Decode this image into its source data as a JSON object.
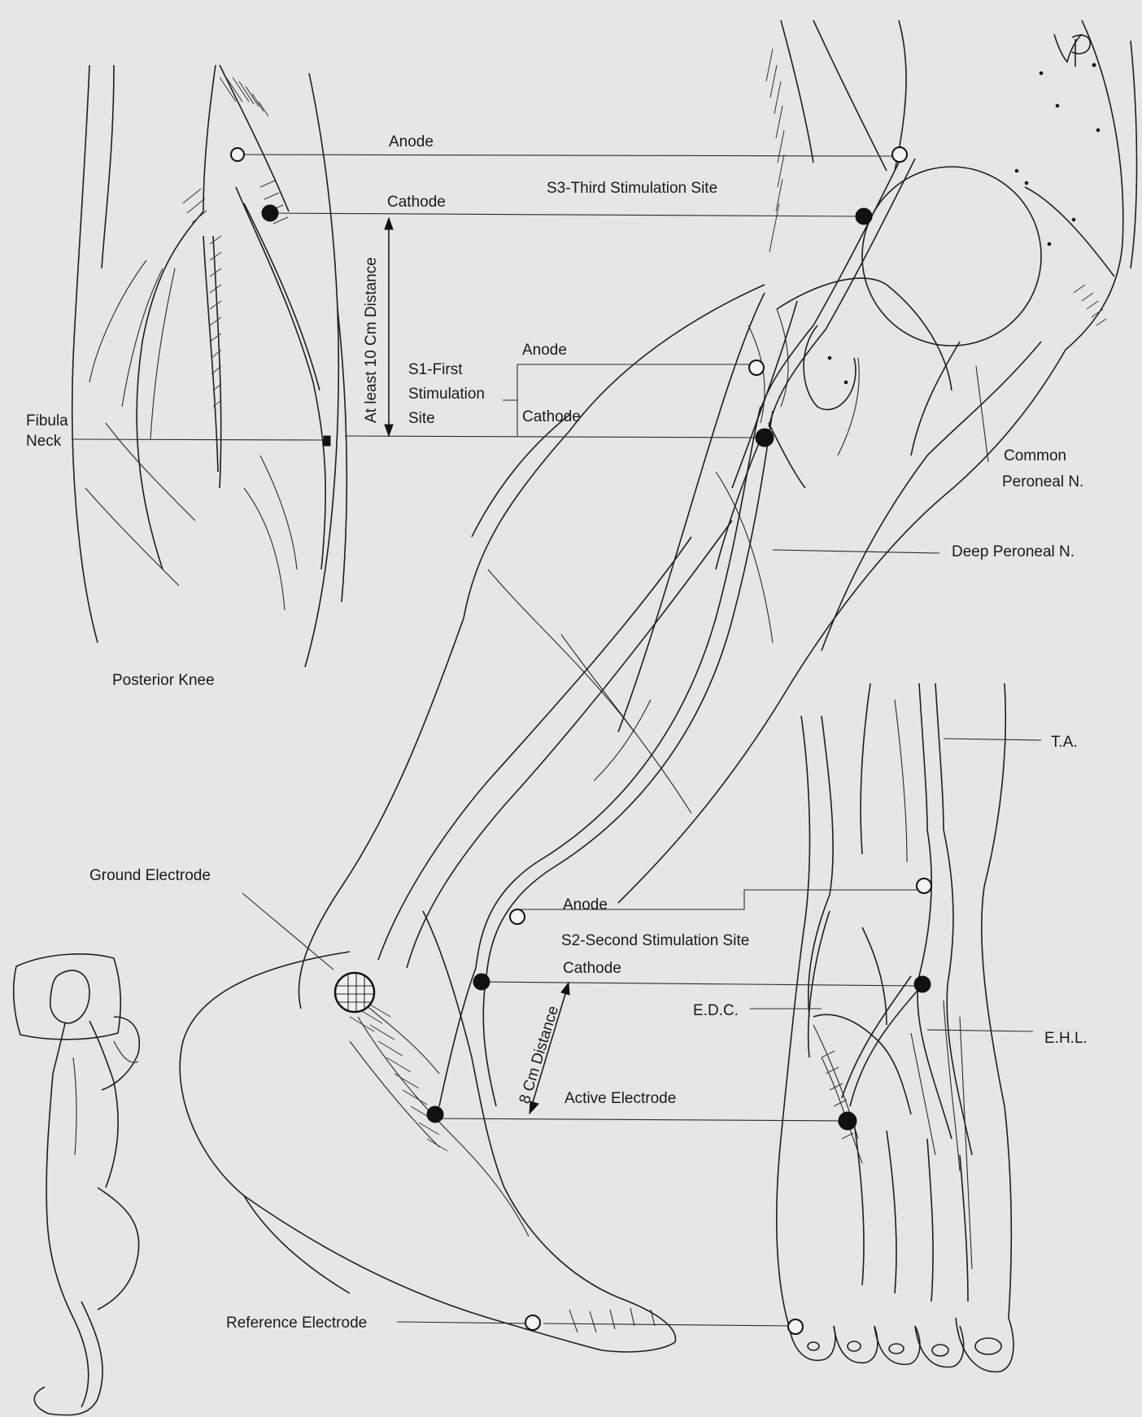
{
  "colors": {
    "background": "#e6e6e6",
    "ink": "#1a1a1a"
  },
  "signature": "VP",
  "labels": {
    "anode_s3": "Anode",
    "s3_site": "S3-Third Stimulation Site",
    "cathode_s3": "Cathode",
    "distance_10cm": "At least 10 Cm Distance",
    "s1_line1": "S1-First",
    "s1_line2": "Stimulation",
    "s1_line3": "Site",
    "anode_s1": "Anode",
    "cathode_s1": "Cathode",
    "fibula_line1": "Fibula",
    "fibula_line2": "Neck",
    "common_line1": "Common",
    "common_line2": "Peroneal N.",
    "deep_peroneal": "Deep Peroneal N.",
    "posterior_knee": "Posterior Knee",
    "ta": "T.A.",
    "ground_electrode": "Ground Electrode",
    "anode_s2": "Anode",
    "s2_site": "S2-Second Stimulation Site",
    "cathode_s2": "Cathode",
    "edc": "E.D.C.",
    "ehl": "E.H.L.",
    "distance_8cm": "8 Cm Distance",
    "active_electrode": "Active Electrode",
    "reference_electrode": "Reference Electrode"
  }
}
